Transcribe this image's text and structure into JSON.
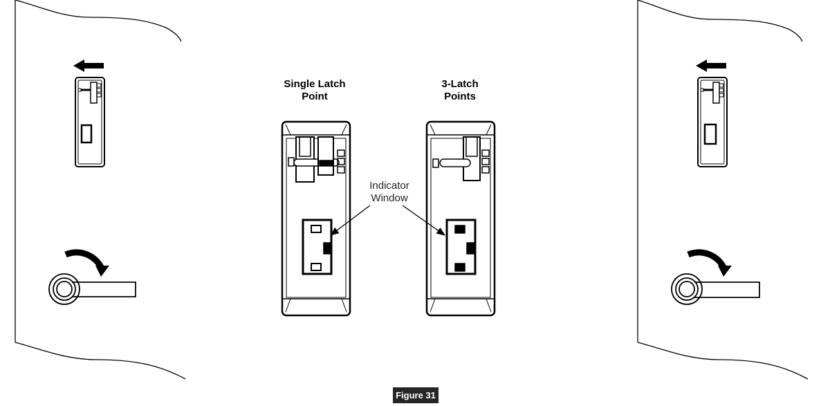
{
  "figure": {
    "caption": "Figure 31",
    "single_latch_title": [
      "Single Latch",
      "Point"
    ],
    "three_latch_title": [
      "3-Latch",
      "Points"
    ],
    "indicator_label": [
      "Indicator",
      "Window"
    ]
  }
}
